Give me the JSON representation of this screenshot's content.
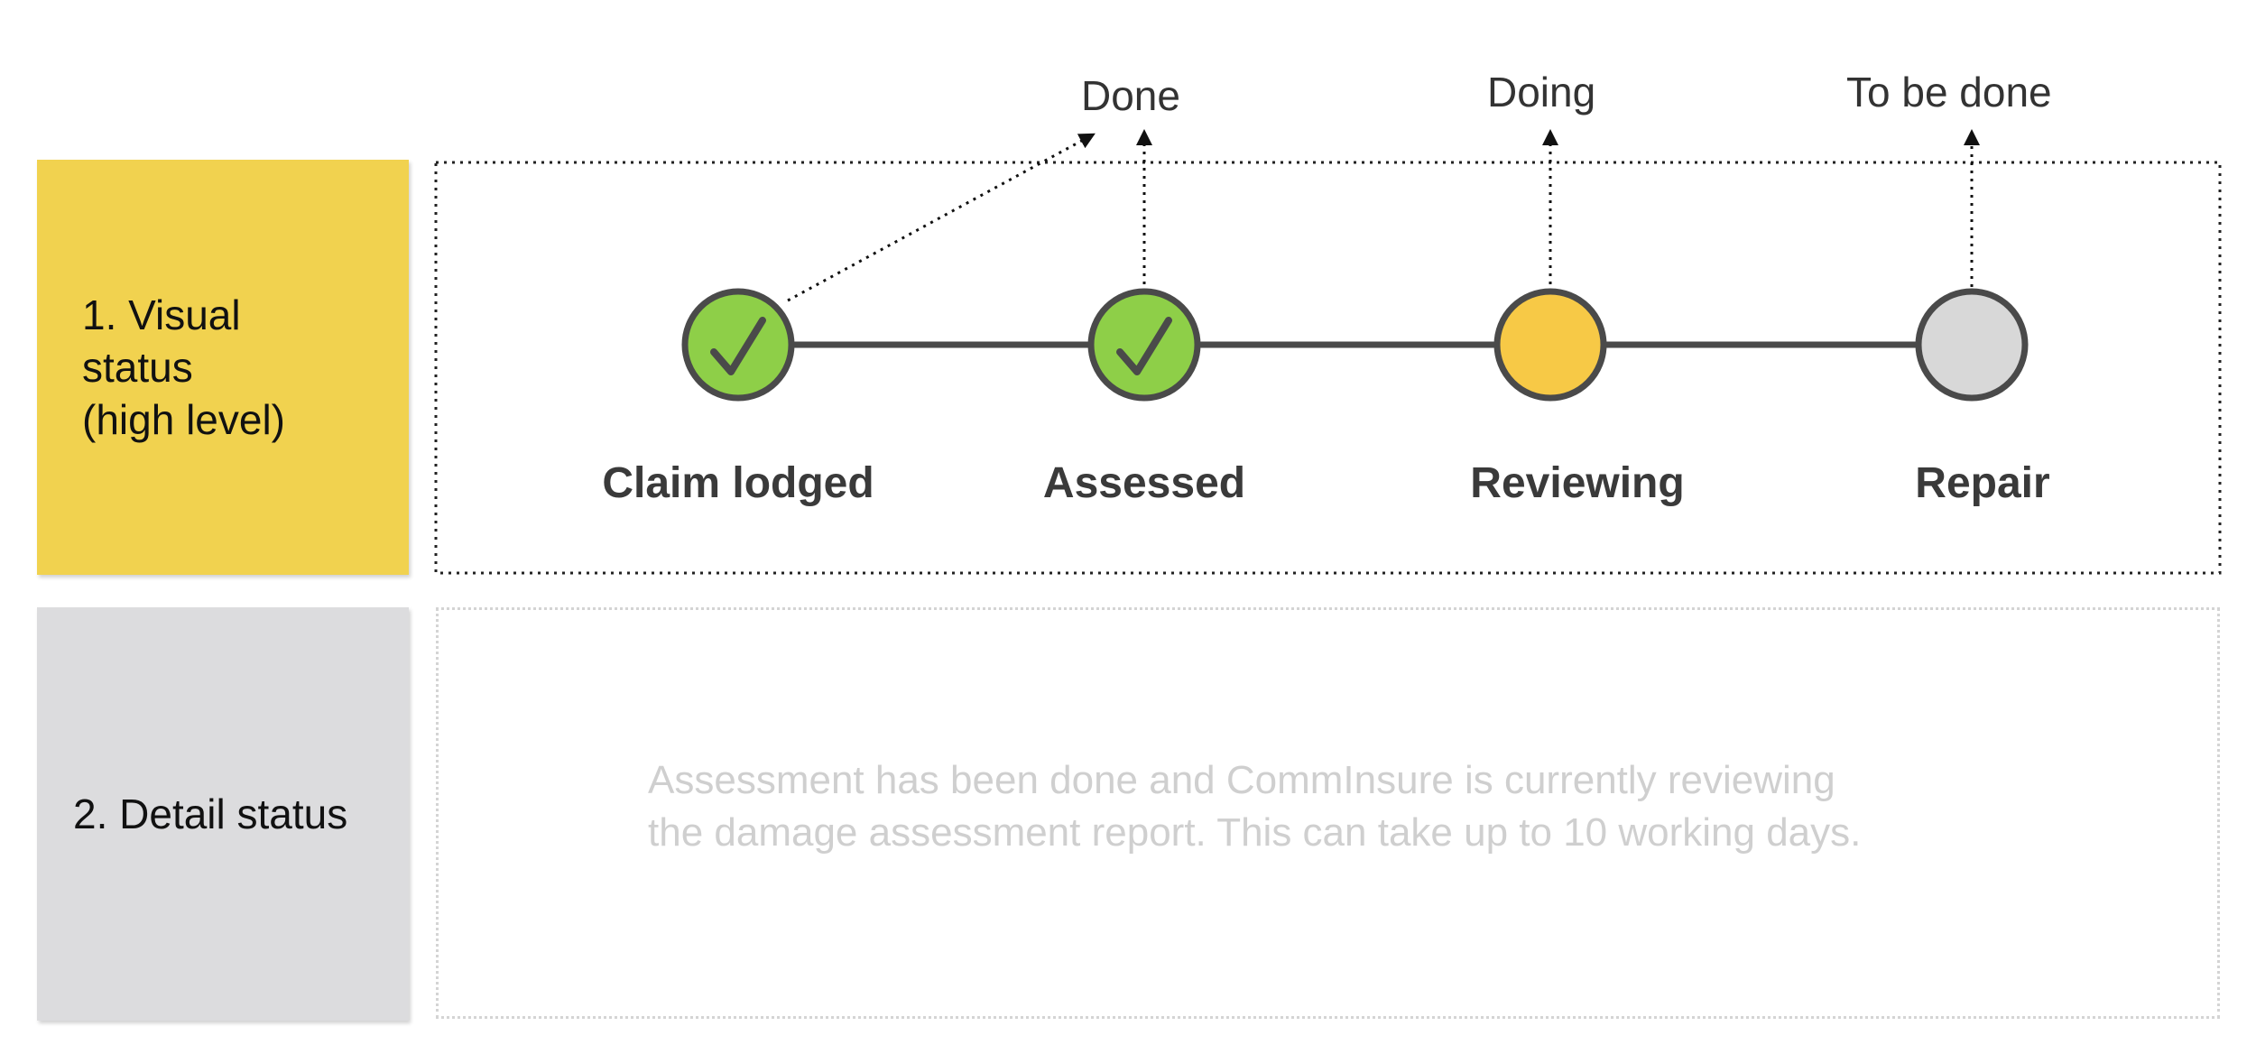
{
  "notes": {
    "visual": "1. Visual\nstatus\n(high level)",
    "detail": "2. Detail status"
  },
  "legend": {
    "done": "Done",
    "doing": "Doing",
    "todo": "To be done"
  },
  "steps": [
    {
      "label": "Claim lodged",
      "state": "done"
    },
    {
      "label": "Assessed",
      "state": "done"
    },
    {
      "label": "Reviewing",
      "state": "doing"
    },
    {
      "label": "Repair",
      "state": "todo"
    }
  ],
  "detail_message": "Assessment has been done and CommInsure is currently reviewing\nthe damage assessment report. This can take up to 10 working days.",
  "colors": {
    "done": "#8ecf48",
    "doing": "#f7c946",
    "todo": "#d8d8d8",
    "outline": "#4a4a4a",
    "sticky_visual": "#f1d24f",
    "sticky_detail": "#dcdcde"
  }
}
